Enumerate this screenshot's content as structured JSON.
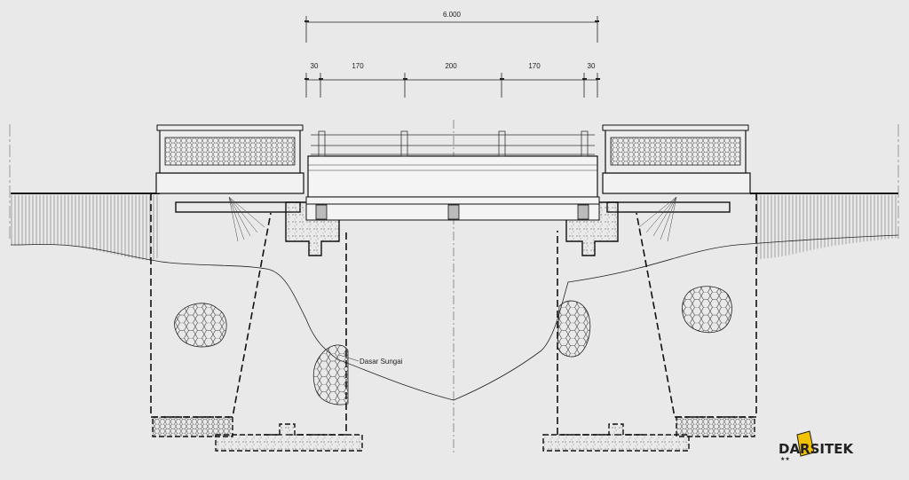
{
  "drawing": {
    "dimensions": {
      "total": "6.000",
      "segments": [
        "30",
        "170",
        "200",
        "170",
        "30"
      ]
    },
    "labels": {
      "river_bed": "Dasar Sungai"
    },
    "logo": {
      "text": "DARSITEK",
      "stars": "★★",
      "colors": {
        "primary": "#1a1a1a",
        "accent": "#f2c200",
        "green": "#2fa84a"
      }
    }
  }
}
